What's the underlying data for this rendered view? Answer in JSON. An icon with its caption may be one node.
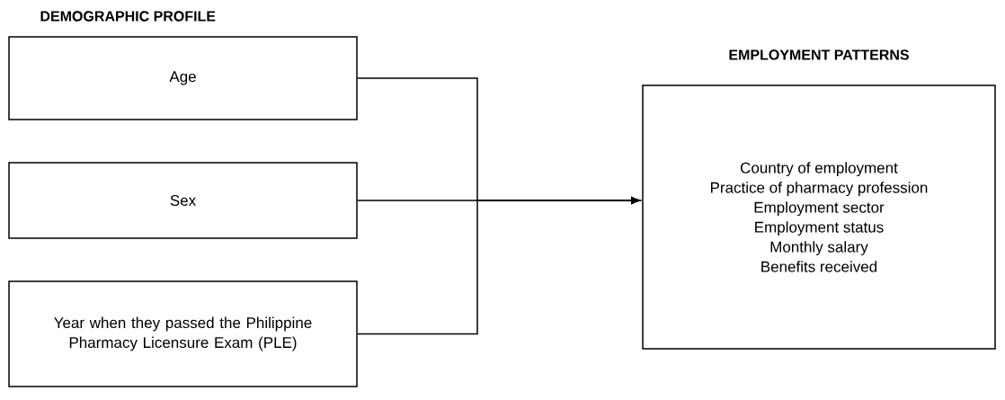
{
  "diagram": {
    "nodes": [
      {
        "text": [
          "Age"
        ]
      },
      {
        "text": [
          "Sex"
        ]
      },
      {
        "text": [
          "Year when they passed the Philippine Pharmacy Licensure Exam (PLE)"
        ]
      },
      {
        "text": [
          "EMPLOYMENT PATTERNS",
          "Country of employment",
          "Practice of pharmacy profession",
          "Employment sector",
          "Employment status",
          "Monthly salary",
          "Benefits received"
        ]
      }
    ],
    "edges": [
      {
        "from": 0,
        "to": 3,
        "arrow": "to"
      },
      {
        "from": 1,
        "to": 3,
        "arrow": "to"
      },
      {
        "from": 2,
        "to": 3,
        "arrow": "to"
      }
    ],
    "labels": [
      "DEMOGRAPHIC PROFILE"
    ]
  }
}
